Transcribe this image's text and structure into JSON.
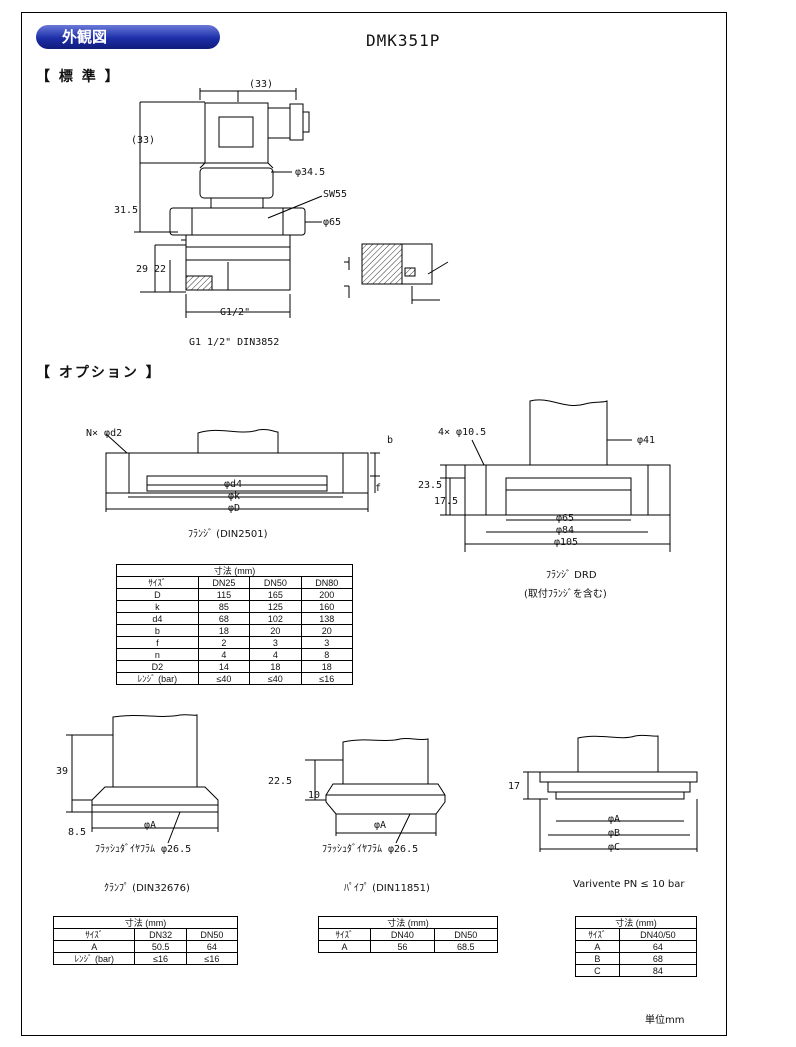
{
  "header": {
    "badge": "外観図",
    "model": "DMK351P"
  },
  "standard": {
    "title": "【 標  準 】",
    "labels": {
      "top33": "(33)",
      "left33": "(33)",
      "phi345": "φ34.5",
      "d315": "31.5",
      "sw55": "SW55",
      "phi65": "φ65",
      "d29": "29",
      "d22": "22",
      "g12": "G1/2\""
    },
    "caption": "G1  1/2\" DIN3852"
  },
  "options": {
    "title": "【 オプション 】",
    "flange_din2501": {
      "labels": {
        "nd2": "N× φd2",
        "b": "b",
        "f": "f",
        "d4": "φd4",
        "k": "φk",
        "D": "φD"
      },
      "caption": "ﾌﾗﾝｼﾞ (DIN2501)"
    },
    "flange_drd": {
      "labels": {
        "holes": "4× φ10.5",
        "phi41": "φ41",
        "d235": "23.5",
        "d175": "17.5",
        "phi65": "φ65",
        "phi84": "φ84",
        "phi105": "φ105"
      },
      "caption": "ﾌﾗﾝｼﾞ DRD",
      "caption2": "(取付ﾌﾗﾝｼﾞを含む)"
    },
    "clamp": {
      "labels": {
        "d39": "39",
        "d85": "8.5",
        "phiA": "φA",
        "diaphragm": "ﾌﾗｯｼｭﾀﾞｲﾔﾌﾗﾑ φ26.5"
      },
      "caption": "ｸﾗﾝﾌﾟ (DIN32676)"
    },
    "pipe": {
      "labels": {
        "d225": "22.5",
        "d10": "10",
        "phiA": "φA",
        "diaphragm": "ﾌﾗｯｼｭﾀﾞｲﾔﾌﾗﾑ φ26.5"
      },
      "caption": "ﾊﾟｲﾌﾟ (DIN11851)"
    },
    "varivent": {
      "labels": {
        "d17": "17",
        "phiA": "φA",
        "phiB": "φB",
        "phiC": "φC"
      },
      "caption": "Varivente PN ≤ 10 bar"
    }
  },
  "tables": {
    "flange": {
      "title": "寸法 (mm)",
      "headers": [
        "ｻｲｽﾞ",
        "DN25",
        "DN50",
        "DN80"
      ],
      "rows": [
        [
          "D",
          "115",
          "165",
          "200"
        ],
        [
          "k",
          "85",
          "125",
          "160"
        ],
        [
          "d4",
          "68",
          "102",
          "138"
        ],
        [
          "b",
          "18",
          "20",
          "20"
        ],
        [
          "f",
          "2",
          "3",
          "3"
        ],
        [
          "n",
          "4",
          "4",
          "8"
        ],
        [
          "D2",
          "14",
          "18",
          "18"
        ],
        [
          "ﾚﾝｼﾞ (bar)",
          "≤40",
          "≤40",
          "≤16"
        ]
      ]
    },
    "clamp": {
      "title": "寸法 (mm)",
      "headers": [
        "ｻｲｽﾞ",
        "DN32",
        "DN50"
      ],
      "rows": [
        [
          "A",
          "50.5",
          "64"
        ],
        [
          "ﾚﾝｼﾞ (bar)",
          "≤16",
          "≤16"
        ]
      ]
    },
    "pipe": {
      "title": "寸法 (mm)",
      "headers": [
        "ｻｲｽﾞ",
        "DN40",
        "DN50"
      ],
      "rows": [
        [
          "A",
          "56",
          "68.5"
        ]
      ]
    },
    "varivent": {
      "title": "寸法 (mm)",
      "headers": [
        "ｻｲｽﾞ",
        "DN40/50"
      ],
      "rows": [
        [
          "A",
          "64"
        ],
        [
          "B",
          "68"
        ],
        [
          "C",
          "84"
        ]
      ]
    }
  },
  "footer": {
    "unit": "単位mm"
  }
}
